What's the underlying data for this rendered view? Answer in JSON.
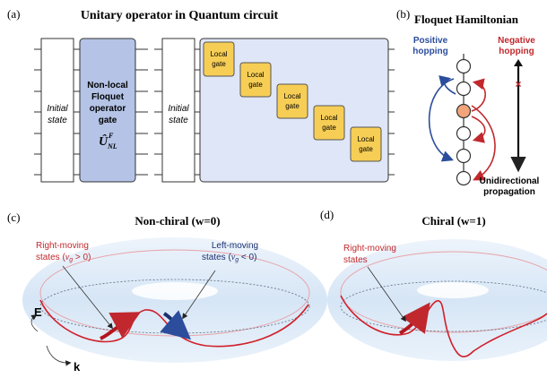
{
  "panels": {
    "a": {
      "label": "(a)",
      "title": "Unitary operator in Quantum circuit",
      "left_circuit": {
        "initial_state": [
          "Initial",
          "state"
        ],
        "operator": [
          "Non-local",
          "Floquet",
          "operator",
          "gate"
        ],
        "operator_symbol": "Û",
        "operator_sup": "F",
        "operator_sub": "NL"
      },
      "right_circuit": {
        "initial_state": [
          "Initial",
          "state"
        ],
        "gate_lines": [
          "Local",
          "gate"
        ],
        "gate_count": 5
      },
      "colors": {
        "operator_fill": "#b4c3e6",
        "gate_fill": "#f7ce55",
        "box_fill": "#dfe6f7"
      }
    },
    "b": {
      "label": "(b)",
      "title": "Floquet Hamiltonian",
      "positive": [
        "Positive",
        "hopping"
      ],
      "negative": [
        "Negative",
        "hopping"
      ],
      "unidirectional": [
        "Unidirectional",
        "propagation"
      ],
      "colors": {
        "positive": "#2b4d9c",
        "negative": "#c0282d",
        "site_highlight": "#f2a57a"
      }
    },
    "c": {
      "label": "(c)",
      "title": "Non-chiral (w=0)",
      "right_moving": [
        "Right-moving",
        "states ("
      ],
      "right_moving_cond": "v",
      "right_moving_sub": "g",
      "right_moving_rel": " > 0)",
      "left_moving": [
        "Left-moving",
        "states ("
      ],
      "left_moving_cond": "v",
      "left_moving_sub": "g",
      "left_moving_rel": " < 0)",
      "axis_e": "E",
      "axis_k": "k"
    },
    "d": {
      "label": "(d)",
      "title": "Chiral (w=1)",
      "right_moving": [
        "Right-moving",
        "states"
      ]
    }
  }
}
